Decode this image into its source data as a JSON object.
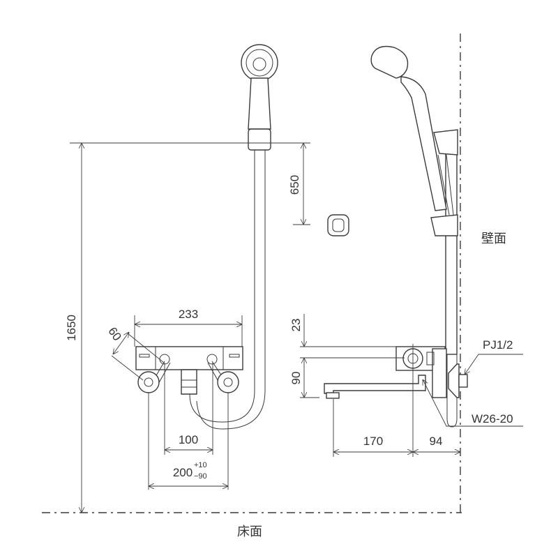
{
  "labels": {
    "wall": "壁面",
    "floor": "床面",
    "pipe_thread": "PJ1/2",
    "connection": "W26-20"
  },
  "dimensions": {
    "height_total": "1650",
    "hook_spacing": "650",
    "body_width": "233",
    "body_depth": "60",
    "inlet_spacing": "100",
    "eccentric_span": "200",
    "eccentric_tol_plus": "+10",
    "eccentric_tol_minus": "−90",
    "top_offset": "23",
    "spout_height": "90",
    "spout_reach": "170",
    "wall_offset": "94"
  }
}
